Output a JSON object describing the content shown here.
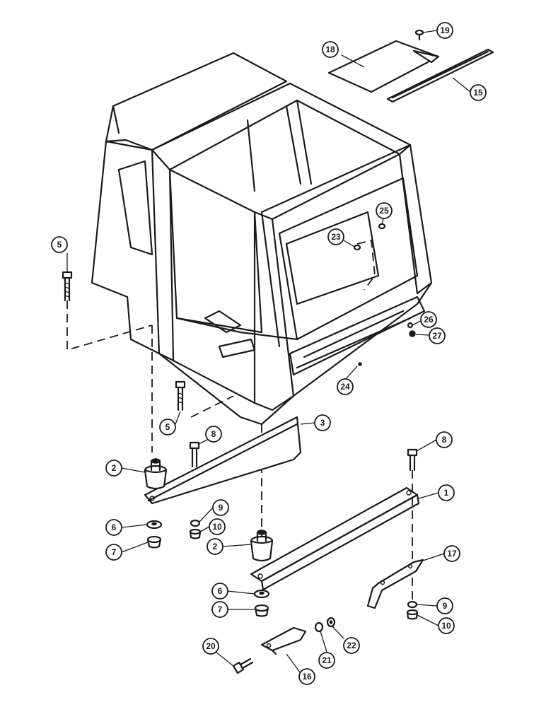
{
  "callouts": [
    "1",
    "2",
    "2",
    "3",
    "5",
    "5",
    "6",
    "6",
    "7",
    "7",
    "8",
    "8",
    "9",
    "9",
    "10",
    "10",
    "15",
    "16",
    "17",
    "18",
    "19",
    "20",
    "21",
    "22",
    "23",
    "24",
    "25",
    "26",
    "27"
  ]
}
